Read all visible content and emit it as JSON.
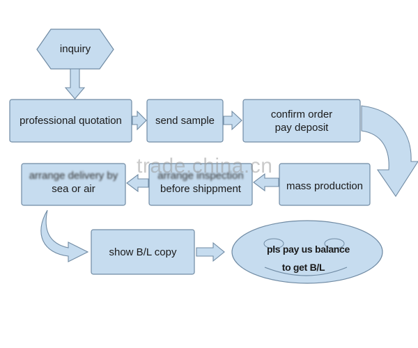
{
  "colors": {
    "box_fill": "#c6dcef",
    "box_stroke": "#6f8aa3",
    "arrow_fill": "#c6dcef",
    "arrow_stroke": "#6f8aa3",
    "text": "#1a1a1a",
    "watermark": "#969696"
  },
  "nodes": {
    "inquiry": {
      "label": "inquiry"
    },
    "professional_quotation": {
      "label": "professional quotation"
    },
    "send_sample": {
      "label": "send sample"
    },
    "confirm_order": {
      "line1": "confirm order",
      "line2": "pay deposit"
    },
    "mass_production": {
      "label": "mass production"
    },
    "arrange_inspection": {
      "line1": "arrange inspection",
      "line2": "before shippment"
    },
    "arrange_delivery": {
      "line1": "arrange delivery by",
      "line2": "sea or air"
    },
    "show_bl_copy": {
      "label": "show B/L copy"
    },
    "pay_balance": {
      "line1": "pls pay us balance",
      "line2": "to get B/L"
    }
  },
  "watermark": {
    "text": "trade.china.cn"
  }
}
